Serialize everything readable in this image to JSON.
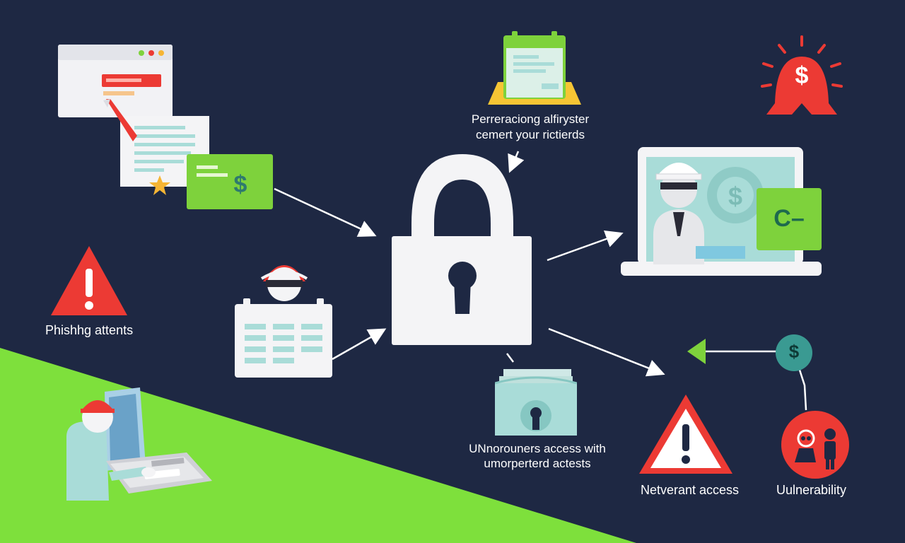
{
  "colors": {
    "background": "#1e2843",
    "accent_green": "#7ee03c",
    "alert_red": "#ec3a34",
    "panel_white": "#f4f4f6",
    "pale_teal": "#a9dcd8",
    "card_green": "#7ed23c"
  },
  "icons": [
    "browser-window-icon",
    "document-icon",
    "cash-card-icon",
    "warning-triangle-icon",
    "hacker-at-laptop-icon",
    "calendar-icon",
    "padlock-icon",
    "notepad-icon",
    "money-stack-icon",
    "alarm-dollar-icon",
    "laptop-hacker-icon",
    "dollar-coin-icon",
    "vulnerability-person-icon"
  ],
  "labels": {
    "phishing": "Phishhg attents",
    "perreractiong": "Perreraciong alfiryster cemert your rictierds",
    "unauthorized": "UNnorouners access with umorperterd actests",
    "netverant": "Netverant access",
    "vulnerability": "Uulnerability"
  },
  "cards": {
    "cash_symbol": "$",
    "alarm_symbol": "$",
    "coin_symbol": "$",
    "monitor_badge": "C–"
  }
}
